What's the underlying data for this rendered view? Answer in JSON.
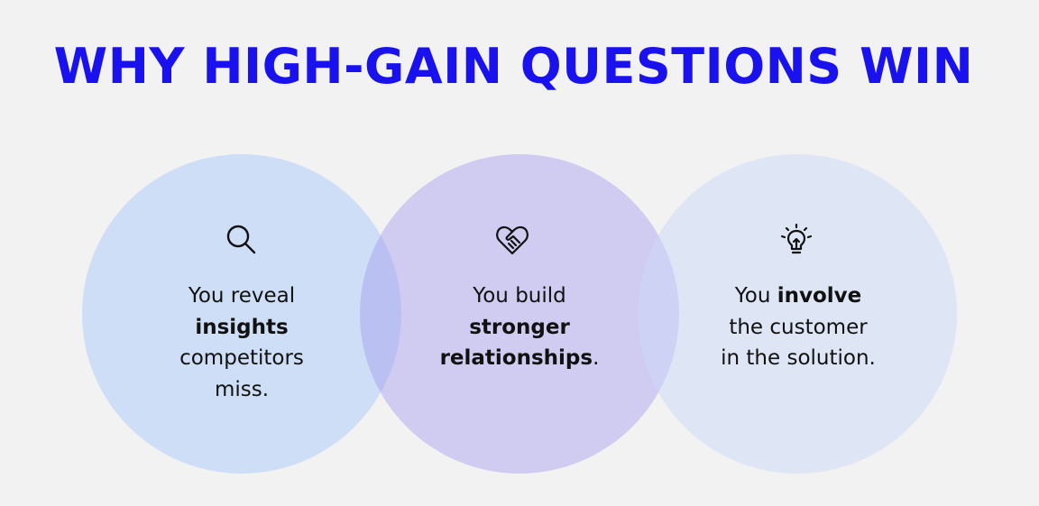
{
  "title": "WHY HIGH-GAIN QUESTIONS WIN",
  "colors": {
    "title": "#1a12ee",
    "background": "#f2f2f2",
    "circle_1": "#b0cefa",
    "circle_2": "#a59bf0",
    "circle_3": "#cddaf8",
    "text": "#111111"
  },
  "circles": [
    {
      "icon": "search-icon",
      "lines": [
        {
          "text": "You reveal",
          "bold": false
        },
        {
          "text": "insights",
          "bold": true
        },
        {
          "text": "competitors",
          "bold": false
        },
        {
          "text": "miss.",
          "bold": false
        }
      ]
    },
    {
      "icon": "heart-handshake-icon",
      "lines": [
        {
          "text": "You build",
          "bold": false
        },
        {
          "text": "stronger",
          "bold": true
        },
        {
          "parts": [
            "relationships",
            "."
          ]
        }
      ]
    },
    {
      "icon": "lightbulb-icon",
      "lines": [
        {
          "parts": [
            "You ",
            "involve"
          ]
        },
        {
          "text": "the customer",
          "bold": false
        },
        {
          "text": "in the solution.",
          "bold": false
        }
      ]
    }
  ]
}
